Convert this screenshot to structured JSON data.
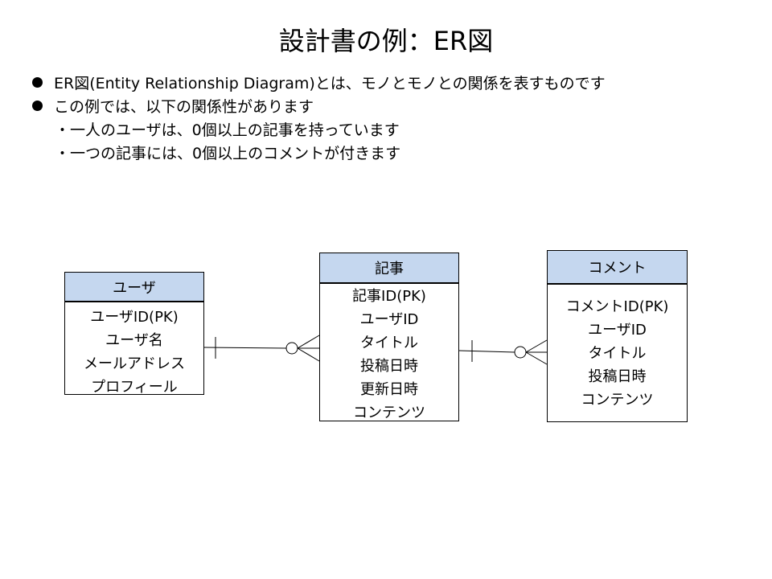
{
  "title": "設計書の例：ER図",
  "bullets": [
    "ER図(Entity Relationship Diagram)とは、モノとモノとの関係を表すものです",
    "この例では、以下の関係性があります"
  ],
  "sub_bullets": [
    "・一人のユーザは、0個以上の記事を持っています",
    "・一つの記事には、0個以上のコメントが付きます"
  ],
  "entities": {
    "user": {
      "name": "ユーザ",
      "attributes": [
        "ユーザID(PK)",
        "ユーザ名",
        "メールアドレス",
        "プロフィール"
      ]
    },
    "article": {
      "name": "記事",
      "attributes": [
        "記事ID(PK)",
        "ユーザID",
        "タイトル",
        "投稿日時",
        "更新日時",
        "コンテンツ"
      ]
    },
    "comment": {
      "name": "コメント",
      "attributes": [
        "コメントID(PK)",
        "ユーザID",
        "タイトル",
        "投稿日時",
        "コンテンツ"
      ]
    }
  },
  "relationships": [
    {
      "from": "ユーザ",
      "to": "記事",
      "from_cardinality": "one",
      "to_cardinality": "zero-or-many"
    },
    {
      "from": "記事",
      "to": "コメント",
      "from_cardinality": "one",
      "to_cardinality": "zero-or-many"
    }
  ]
}
